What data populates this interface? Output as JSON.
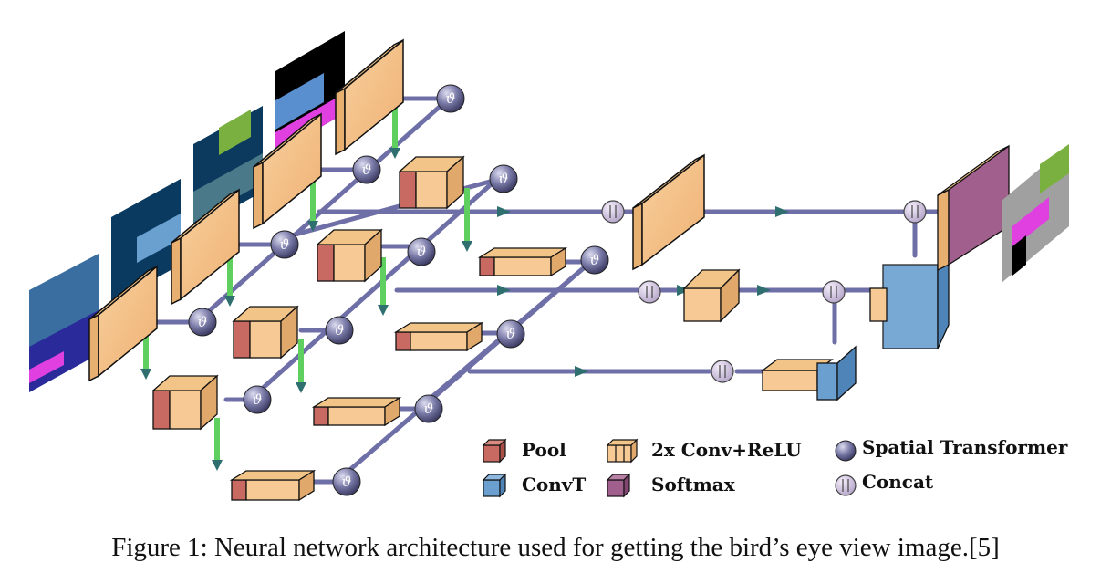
{
  "figure": {
    "caption": "Figure 1: Neural network architecture used for getting the bird’s eye view image.[5]"
  },
  "legend": {
    "pool": "Pool",
    "convt": "ConvT",
    "conv_relu": "2x Conv+ReLU",
    "softmax": "Softmax",
    "spatial_transformer": "Spatial Transformer",
    "concat": "Concat"
  },
  "symbols": {
    "spatial_transformer_glyph": "ϑ"
  },
  "colors": {
    "conv": "#f6c995",
    "conv_dark": "#e0a86a",
    "pool": "#c96a62",
    "convt": "#6a9fd0",
    "softmax": "#a05f8c",
    "link_blue": "#6a6aa0",
    "arrow_green": "#5fcf5f",
    "sphere": "#6e6e9c"
  }
}
